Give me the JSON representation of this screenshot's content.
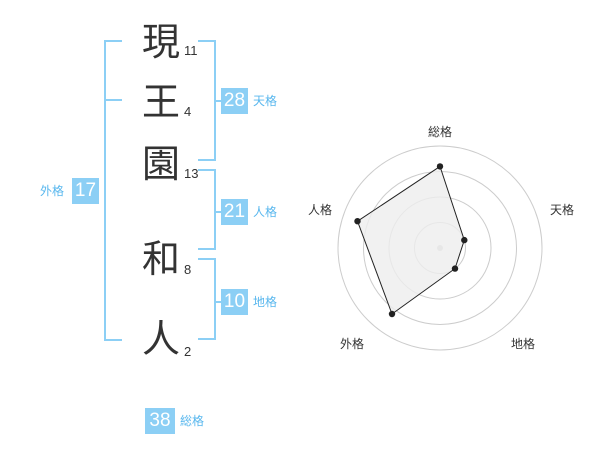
{
  "name": {
    "chars": [
      {
        "char": "現",
        "strokes": "11"
      },
      {
        "char": "王",
        "strokes": "4"
      },
      {
        "char": "園",
        "strokes": "13"
      },
      {
        "char": "和",
        "strokes": "8"
      },
      {
        "char": "人",
        "strokes": "2"
      }
    ]
  },
  "fortunes": {
    "tenkaku": {
      "value": "28",
      "label": "天格"
    },
    "jinkaku": {
      "value": "21",
      "label": "人格"
    },
    "chikaku": {
      "value": "10",
      "label": "地格"
    },
    "gaikaku": {
      "value": "17",
      "label": "外格"
    },
    "soukaku": {
      "value": "38",
      "label": "総格"
    }
  },
  "colors": {
    "accent": "#8ccff5",
    "accent_text": "#58b7ee",
    "text": "#333333",
    "grid": "#cccccc",
    "fill": "#eeeeee",
    "outline": "#222222"
  },
  "chart_data": {
    "type": "radar",
    "axes": [
      "総格",
      "天格",
      "地格",
      "外格",
      "人格"
    ],
    "values": [
      0.8,
      0.25,
      0.25,
      0.8,
      0.85
    ],
    "range": [
      0,
      1
    ],
    "rings": 4
  }
}
